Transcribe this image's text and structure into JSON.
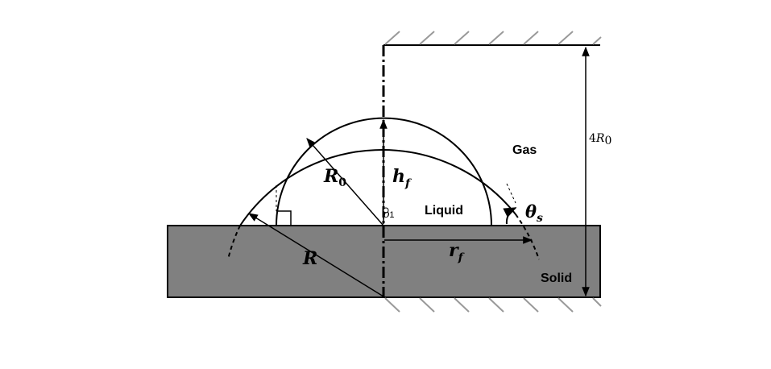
{
  "labels": {
    "gas": "Gas",
    "liquid": "Liquid",
    "solid": "Solid",
    "domain_height_coef": "4",
    "domain_height_var": "R",
    "domain_height_sub": "0",
    "R0_var": "R",
    "R0_sub": "0",
    "hf_var": "h",
    "hf_sub": "f",
    "R_var": "R",
    "rf_var": "r",
    "rf_sub": "f",
    "theta_var": "θ",
    "theta_sub": "s",
    "p1_var": "p",
    "p1_sub": "1"
  },
  "colors": {
    "solid_fill": "#808080",
    "line": "#000000",
    "hatch": "#999999",
    "background": "#ffffff"
  }
}
